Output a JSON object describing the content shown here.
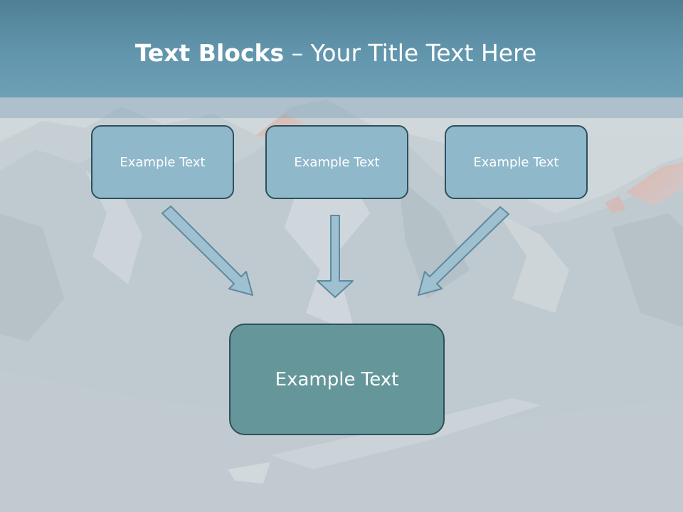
{
  "slide": {
    "title_bold": "Text Blocks",
    "title_separator": " – ",
    "title_rest": "Your Title Text Here"
  },
  "blocks": {
    "top": [
      {
        "label": "Example Text"
      },
      {
        "label": "Example Text"
      },
      {
        "label": "Example Text"
      }
    ],
    "bottom": {
      "label": "Example Text"
    }
  },
  "colors": {
    "header": "#6296ad",
    "small_box_fill": "#8fb8cb",
    "big_box_fill": "#65979a",
    "box_border": "#2f4f5c",
    "arrow_fill": "#9fc0d0",
    "arrow_stroke": "#5d8aa0"
  }
}
